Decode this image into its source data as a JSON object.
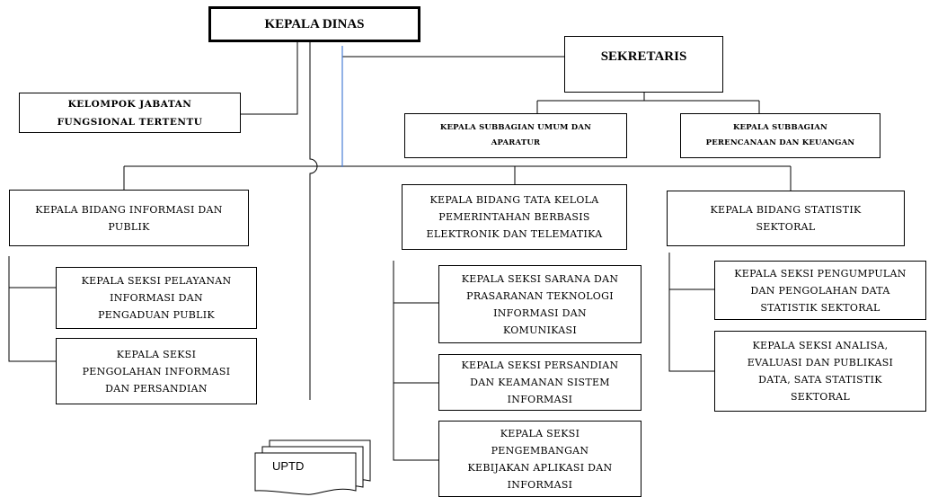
{
  "diagram": {
    "kepala_dinas": "KEPALA DINAS",
    "sekretaris": "SEKRETARIS",
    "jabatan_fungsional": "KELOMPOK JABATAN\nFUNGSIONAL TERTENTU",
    "subbagian_umum": "KEPALA SUBBAGIAN UMUM DAN\nAPARATUR",
    "subbagian_perencanaan": "KEPALA SUBBAGIAN\nPERENCANAAN DAN KEUANGAN",
    "bidang_informasi": "KEPALA BIDANG INFORMASI DAN\nPUBLIK",
    "seksi_pelayanan": "KEPALA SEKSI PELAYANAN\nINFORMASI DAN\nPENGADUAN PUBLIK",
    "seksi_pengolahan": "KEPALA SEKSI\nPENGOLAHAN INFORMASI\nDAN PERSANDIAN",
    "bidang_tata_kelola": "KEPALA BIDANG TATA KELOLA\nPEMERINTAHAN BERBASIS\nELEKTRONIK DAN TELEMATIKA",
    "seksi_sarana": "KEPALA SEKSI SARANA DAN\nPRASARANAN TEKNOLOGI\nINFORMASI DAN\nKOMUNIKASI",
    "seksi_persandian": "KEPALA SEKSI PERSANDIAN\nDAN KEAMANAN SISTEM\nINFORMASI",
    "seksi_pengembangan": "KEPALA SEKSI\nPENGEMBANGAN\nKEBIJAKAN APLIKASI DAN\nINFORMASI",
    "bidang_statistik": "KEPALA BIDANG STATISTIK\nSEKTORAL",
    "seksi_pengumpulan": "KEPALA SEKSI PENGUMPULAN\nDAN PENGOLAHAN DATA\nSTATISTIK SEKTORAL",
    "seksi_analisa": "KEPALA SEKSI ANALISA,\nEVALUASI DAN PUBLIKASI\nDATA, SATA STATISTIK\nSEKTORAL",
    "uptd": "UPTD"
  }
}
